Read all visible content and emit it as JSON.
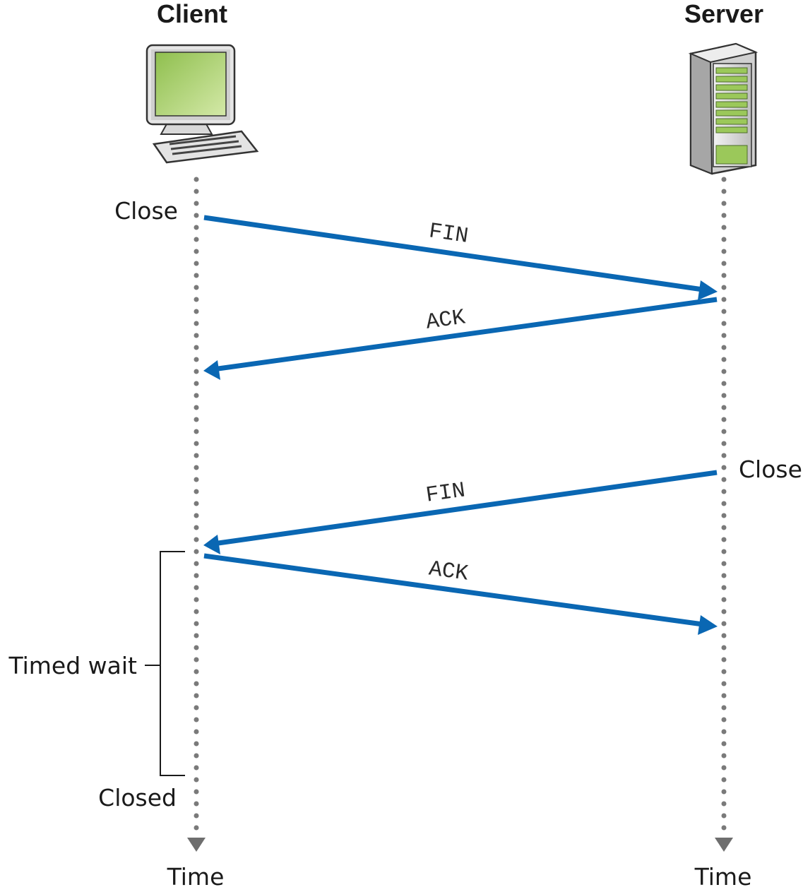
{
  "headers": {
    "client": "Client",
    "server": "Server"
  },
  "client_events": {
    "close": "Close",
    "timed_wait": "Timed wait",
    "closed": "Closed"
  },
  "server_events": {
    "close": "Close"
  },
  "messages": [
    {
      "label": "FIN",
      "from": "client",
      "to": "server"
    },
    {
      "label": "ACK",
      "from": "server",
      "to": "client"
    },
    {
      "label": "FIN",
      "from": "server",
      "to": "client"
    },
    {
      "label": "ACK",
      "from": "client",
      "to": "server"
    }
  ],
  "time_labels": {
    "client": "Time",
    "server": "Time"
  },
  "colors": {
    "arrow": "#0a67b3",
    "timeline": "#7a7a7a",
    "screen": "#a9cf6b",
    "server_panel": "#9bc85a"
  },
  "icons": {
    "client": "desktop-computer-icon",
    "server": "server-tower-icon"
  }
}
